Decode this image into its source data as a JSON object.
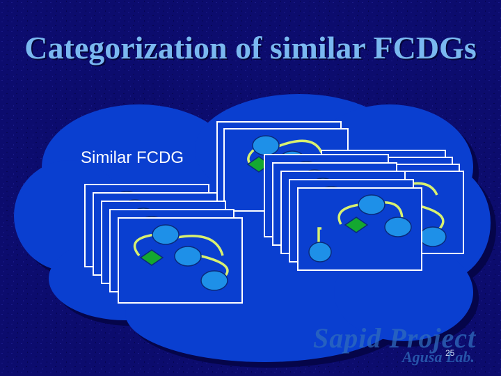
{
  "slide": {
    "title": "Categorization of similar FCDGs",
    "cloud_label": "Similar FCDG",
    "logo_main": "Sapid Project",
    "logo_sub": "Agusa Lab.",
    "page_number": "25"
  },
  "colors": {
    "background": "#0c0c6e",
    "cloud": "#0a3fd0",
    "title": "#7ab8f0",
    "card_fill": "#0a3fd0",
    "card_border": "#ffffff",
    "node": "#1e90e8",
    "decision_node": "#14a830",
    "edge": "#d8f070"
  }
}
